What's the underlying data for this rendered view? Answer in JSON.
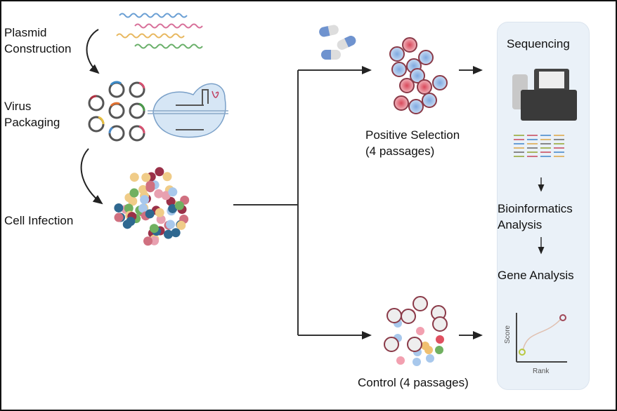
{
  "figure": {
    "steps_left": [
      {
        "id": "plasmid",
        "label_lines": [
          "Plasmid",
          "Construction"
        ]
      },
      {
        "id": "virus",
        "label_lines": [
          "Virus",
          "Packaging"
        ]
      },
      {
        "id": "infection",
        "label_lines": [
          "Cell Infection"
        ]
      }
    ],
    "branches": [
      {
        "id": "positive",
        "label_lines": [
          "Positive Selection",
          "(4 passages)"
        ],
        "treatment_icon": "pill-capsule-icon"
      },
      {
        "id": "control",
        "label": "Control (4 passages)"
      }
    ],
    "analysis_panel": {
      "title": "Sequencing",
      "step2_lines": [
        "Bioinformatics",
        "Analysis"
      ],
      "step3": "Gene Analysis",
      "plot": {
        "y_axis_label": "Score",
        "x_axis_label": "Rank"
      }
    },
    "colors": {
      "dna_strands": [
        "#6a9fd4",
        "#d8709a",
        "#e8b860",
        "#6ab06a"
      ],
      "panel_bg": "#eaf1f8",
      "selected_ring": "#8a3a48",
      "arrow": "#222222"
    }
  }
}
